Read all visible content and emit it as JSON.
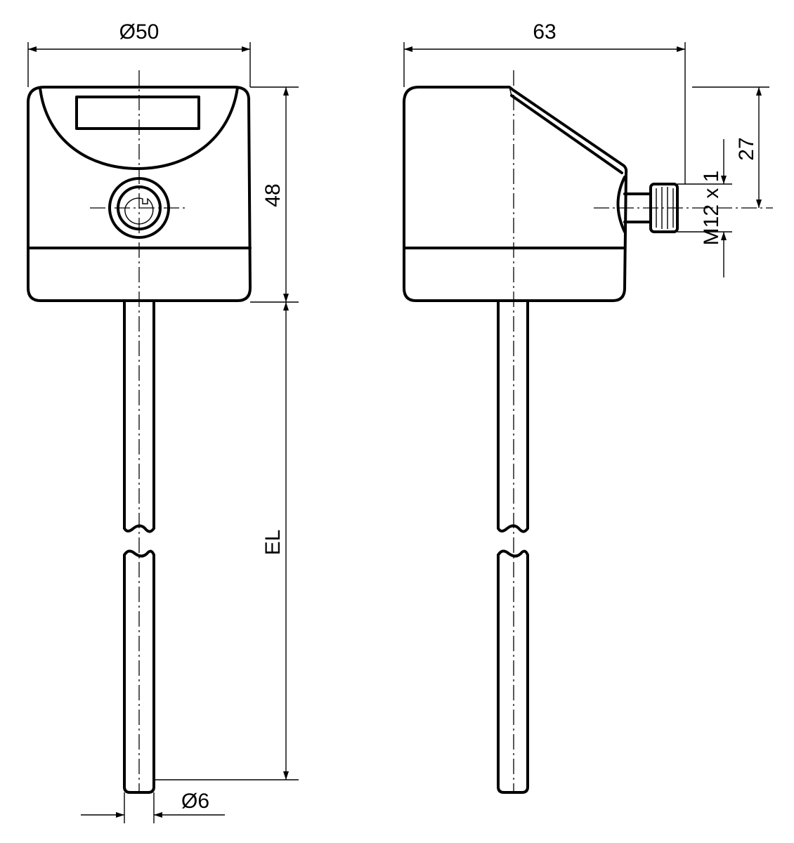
{
  "dimensions": {
    "front_width": "Ø50",
    "side_depth": "63",
    "height": "48",
    "connector_offset": "27",
    "thread": "M12 x 1",
    "probe_length": "EL",
    "probe_diameter": "Ø6"
  },
  "colors": {
    "line": "#000000",
    "background": "#ffffff"
  }
}
